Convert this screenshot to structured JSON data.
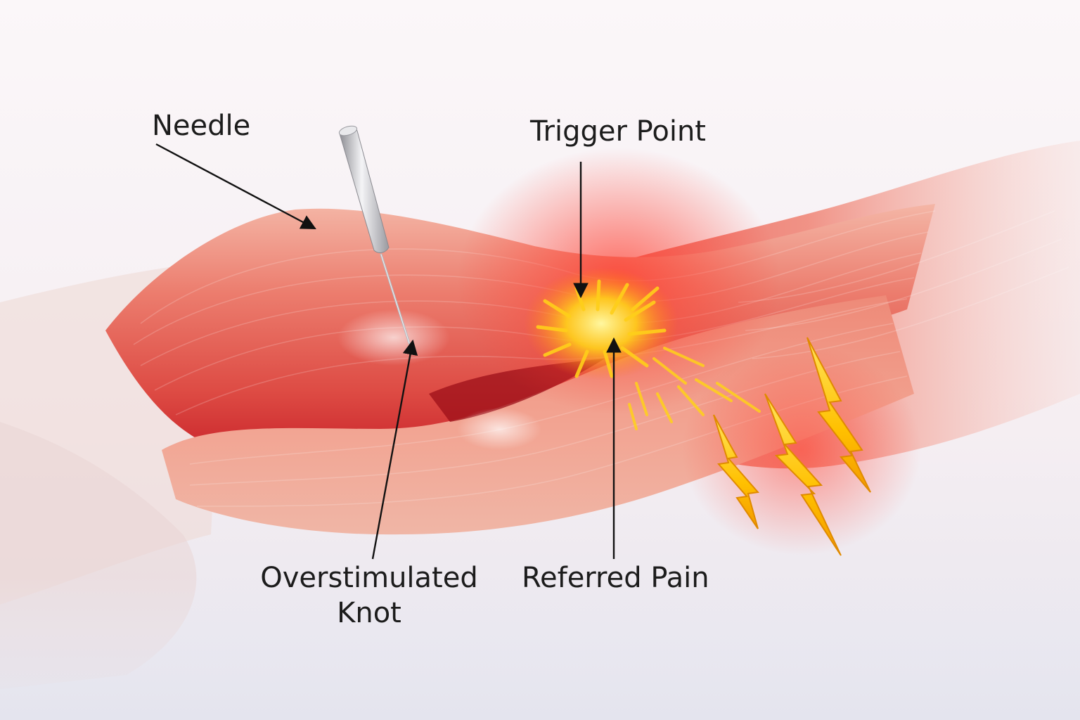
{
  "labels": {
    "needle": "Needle",
    "trigger_point": "Trigger Point",
    "overstimulated_knot_line1": "Overstimulated",
    "overstimulated_knot_line2": "Knot",
    "referred_pain": "Referred Pain"
  },
  "icons": {
    "needle": "acupuncture-needle-icon",
    "trigger_point": "radiating-burst-icon",
    "referred_pain": "lightning-bolt-icon"
  },
  "colors": {
    "background": "#f6f1f4",
    "muscle_light": "#f2a394",
    "muscle_mid": "#e8685c",
    "muscle_dark": "#b8171f",
    "trigger_glow": "#ffd400",
    "lightning": "#ffc200",
    "label_text": "#1c1c1c"
  }
}
